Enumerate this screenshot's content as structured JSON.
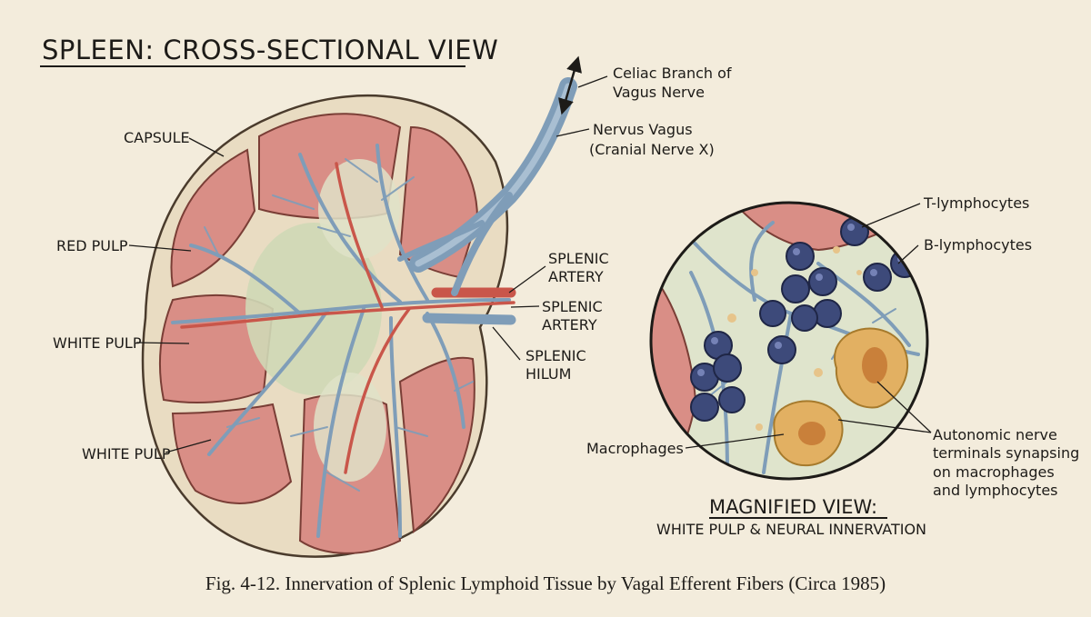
{
  "title": "SPLEEN: CROSS-SECTIONAL VIEW",
  "labels": {
    "capsule": "CAPSULE",
    "red_pulp": "RED PULP",
    "white_pulp_1": "WHITE PULP",
    "white_pulp_2": "WHITE PULP",
    "celiac_branch_line1": "Celiac Branch of",
    "celiac_branch_line2": "Vagus Nerve",
    "nervus_vagus_line1": "Nervus Vagus",
    "nervus_vagus_line2": "(Cranial Nerve X)",
    "splenic_artery_1_line1": "SPLENIC",
    "splenic_artery_1_line2": "ARTERY",
    "splenic_artery_2_line1": "SPLENIC",
    "splenic_artery_2_line2": "ARTERY",
    "splenic_hilum_line1": "SPLENIC",
    "splenic_hilum_line2": "HILUM",
    "t_lymphocytes": "T-lymphocytes",
    "b_lymphocytes": "B-lymphocytes",
    "macrophages": "Macrophages",
    "nerve_terminals_line1": "Autonomic nerve",
    "nerve_terminals_line2": "terminals synapsing",
    "nerve_terminals_line3": "on macrophages",
    "nerve_terminals_line4": "and lymphocytes"
  },
  "magnified": {
    "title": "MAGNIFIED VIEW:",
    "subtitle": "WHITE PULP & NEURAL INNERVATION"
  },
  "caption": "Fig. 4-12. Innervation of Splenic Lymphoid Tissue by Vagal Efferent Fibers (Circa 1985)",
  "colors": {
    "paper": "#f3ecdc",
    "capsule": "#e9dcc2",
    "red_pulp": "#d98e86",
    "white_pulp": "#cfd8b6",
    "nerve": "#7f9db8",
    "artery": "#c9564a",
    "lymphocyte": "#3d4a7a",
    "macrophage": "#e2b062",
    "ink": "#1d1b18"
  }
}
